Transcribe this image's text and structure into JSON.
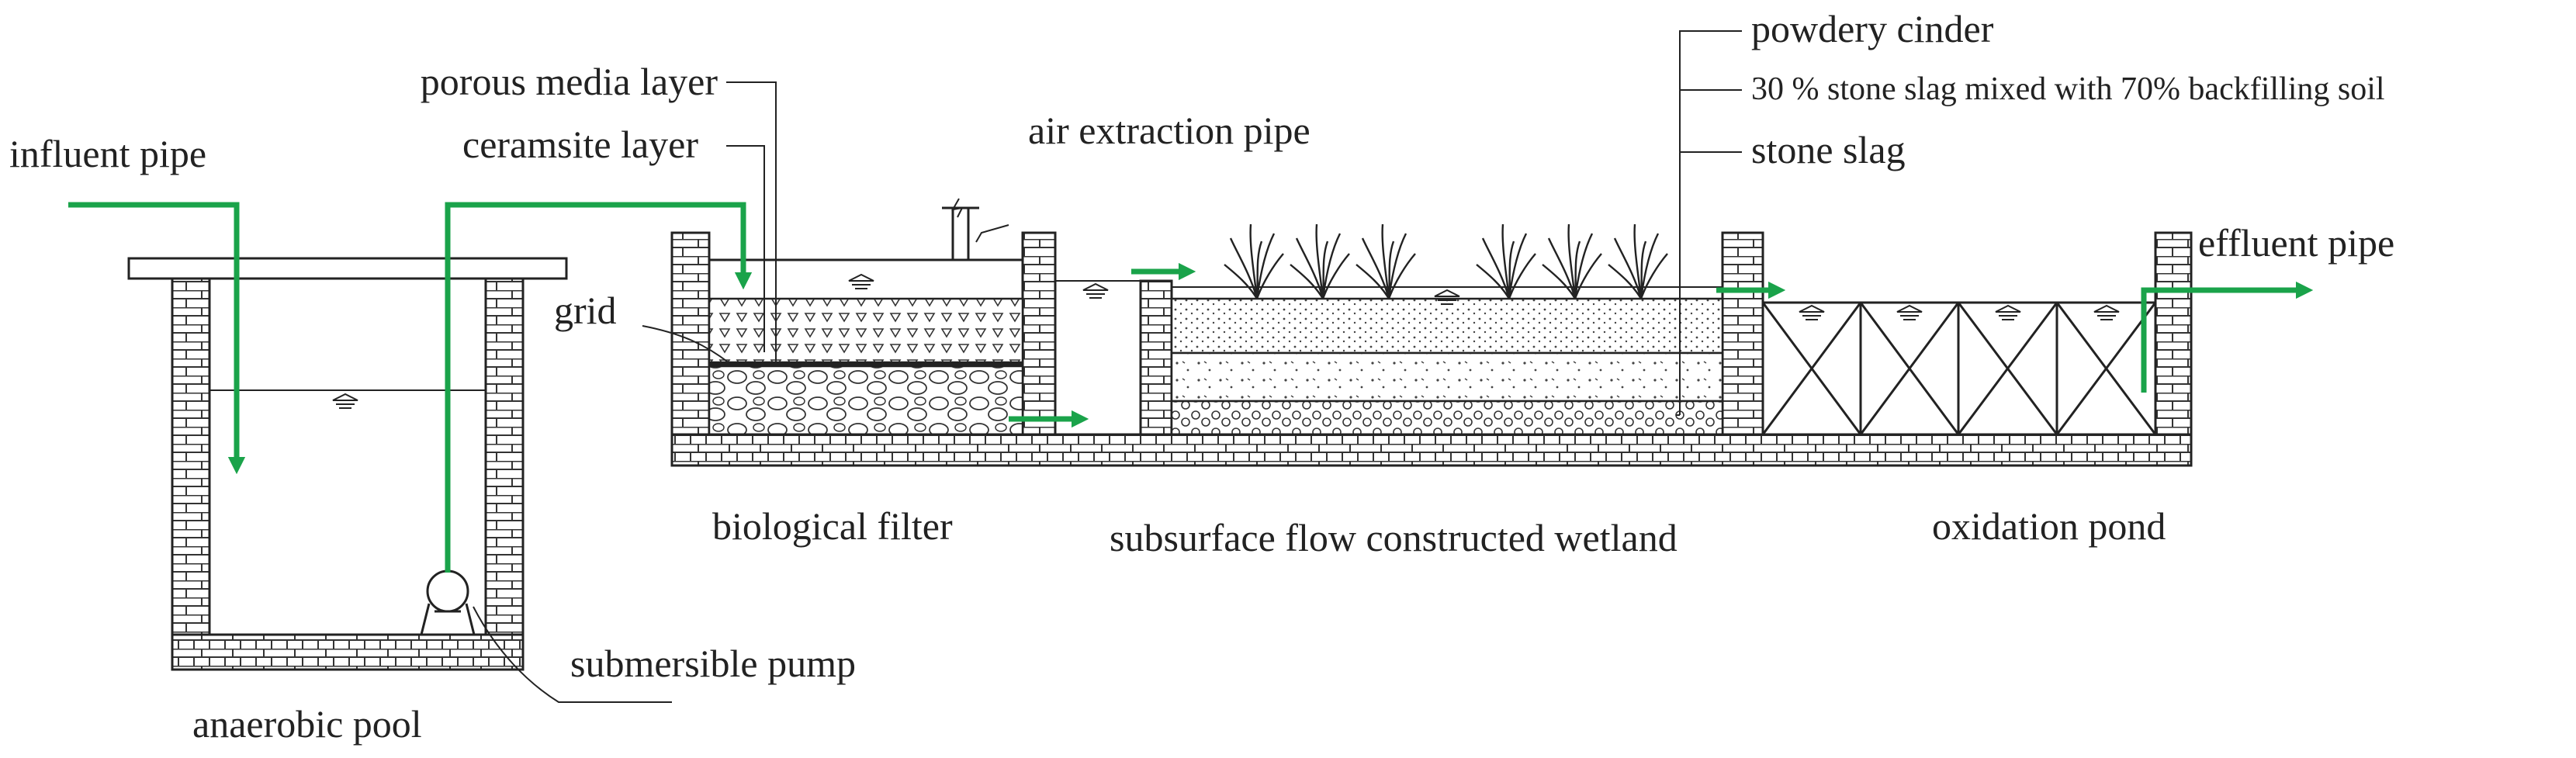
{
  "labels": {
    "influent_pipe": "influent pipe",
    "porous_media_layer": "porous media layer",
    "ceramsite_layer": "ceramsite layer",
    "air_extraction_pipe": "air extraction pipe",
    "grid": "grid",
    "powdery_cinder": "powdery cinder",
    "slag_soil_mix": "30 % stone slag mixed with 70% backfilling soil",
    "stone_slag": "stone slag",
    "effluent_pipe": "effluent pipe",
    "biological_filter": "biological filter",
    "constructed_wetland": "subsurface flow constructed wetland",
    "oxidation_pond": "oxidation pond",
    "submersible_pump": "submersible pump",
    "anaerobic_pool": "anaerobic pool"
  },
  "colors": {
    "flow_arrow": "#1aa34a",
    "line": "#222222",
    "background": "#ffffff"
  },
  "icons": {
    "flow": "green-flow-arrow",
    "water_level": "water-level-marker",
    "plant": "reed-plant-icon",
    "pump": "submersible-pump-icon"
  }
}
